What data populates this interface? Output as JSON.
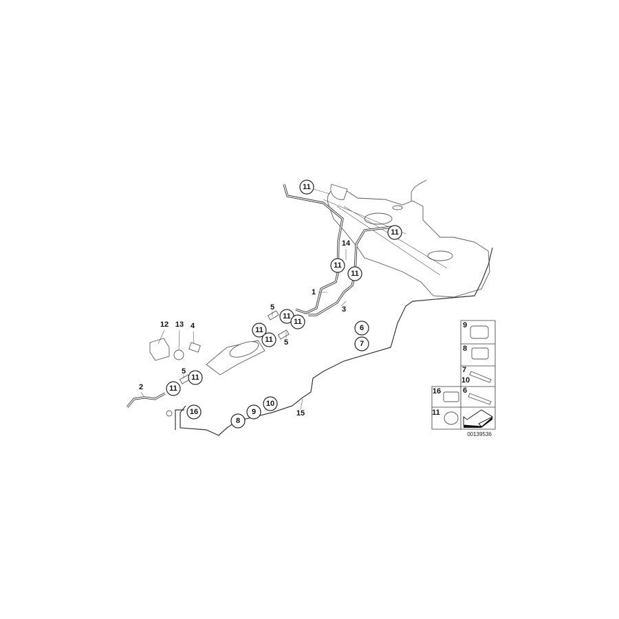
{
  "diagram": {
    "callouts": [
      "11",
      "11",
      "11",
      "11",
      "11",
      "11",
      "11",
      "11",
      "11",
      "11",
      "6",
      "7",
      "16",
      "8",
      "9",
      "10"
    ],
    "labels": [
      "14",
      "1",
      "3",
      "5",
      "5",
      "5",
      "12",
      "13",
      "4",
      "2",
      "15"
    ],
    "legend": {
      "rows": [
        "9",
        "8",
        "7",
        "10",
        "16",
        "6",
        "11"
      ]
    },
    "diagram_number": "00139536"
  }
}
